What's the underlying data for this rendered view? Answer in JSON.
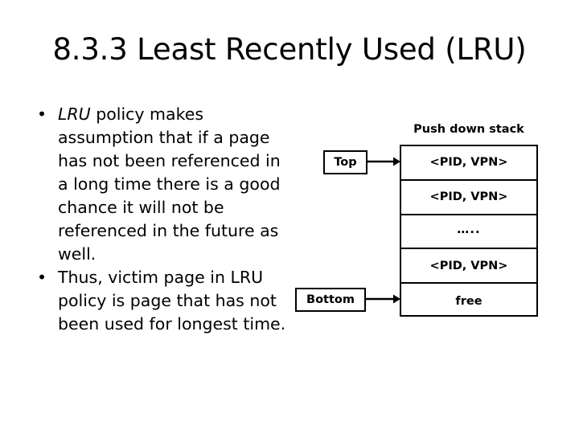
{
  "slide": {
    "title": "8.3.3 Least Recently Used (LRU)"
  },
  "body": {
    "bullets": [
      {
        "marker": "•",
        "emphasis": "LRU",
        "text": " policy makes assumption that if a page has not been referenced in a long time there is a good chance it will not be referenced in the future as well."
      },
      {
        "marker": "•",
        "emphasis": "",
        "text": "Thus, victim page in LRU policy is page that has not been used for longest time."
      }
    ]
  },
  "diagram": {
    "stack_title": "Push down stack",
    "cells": [
      "<PID, VPN>",
      "<PID, VPN>",
      "…..",
      "<PID, VPN>",
      "free"
    ],
    "pointers": {
      "top_label": "Top",
      "bottom_label": "Bottom"
    },
    "colors": {
      "stroke": "#000000",
      "background": "#ffffff",
      "text": "#000000"
    }
  }
}
